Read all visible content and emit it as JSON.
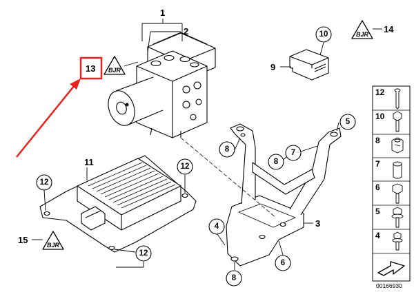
{
  "diagram": {
    "callouts": {
      "c1": "1",
      "c2": "2",
      "c3": "3",
      "c4": "4",
      "c5": "5",
      "c6": "6",
      "c7": "7",
      "c8a": "8",
      "c8b": "8",
      "c8c": "8",
      "c9": "9",
      "c10": "10",
      "c11": "11",
      "c12a": "12",
      "c12b": "12",
      "c12c": "12",
      "c13": "13",
      "c14": "14",
      "c15": "15"
    },
    "triangle_text": "BJR",
    "side_panel": {
      "items": [
        "12",
        "10",
        "8",
        "7",
        "6",
        "5",
        "4"
      ]
    },
    "highlight_color": "#e8211c",
    "diagram_code": "00166930"
  }
}
